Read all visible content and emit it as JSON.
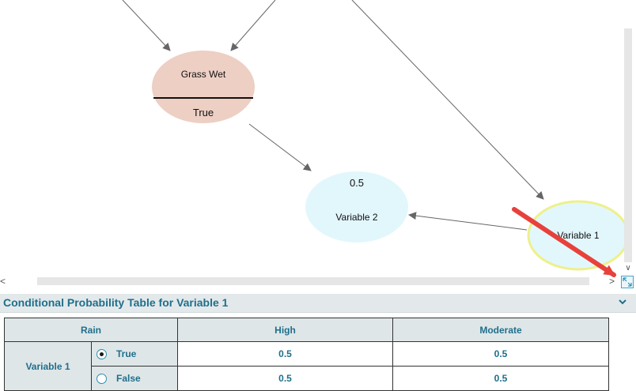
{
  "graph": {
    "nodes": {
      "grass_wet": {
        "name": "Grass Wet",
        "state": "True",
        "color": "#edcfc4"
      },
      "variable2": {
        "name": "Variable 2",
        "value": "0.5",
        "color": "#e2f7fc"
      },
      "variable1": {
        "name": "Variable 1",
        "color": "#e2f7fc",
        "border": "#eef08a"
      }
    },
    "arrow_color": "#666666",
    "callout_arrow_color": "#e8413b"
  },
  "panel": {
    "title": "Conditional Probability Table for Variable 1",
    "chevron_icon": "chevron-down-icon"
  },
  "table": {
    "parent_header": "Rain",
    "columns": [
      "High",
      "Moderate"
    ],
    "row_variable": "Variable 1",
    "rows": [
      {
        "state": "True",
        "selected": true,
        "values": [
          "0.5",
          "0.5"
        ]
      },
      {
        "state": "False",
        "selected": false,
        "values": [
          "0.5",
          "0.5"
        ]
      }
    ]
  },
  "controls": {
    "expand_icon": "expand-icon",
    "scroll_left": "<",
    "scroll_right": ">",
    "scroll_down": "∨"
  }
}
